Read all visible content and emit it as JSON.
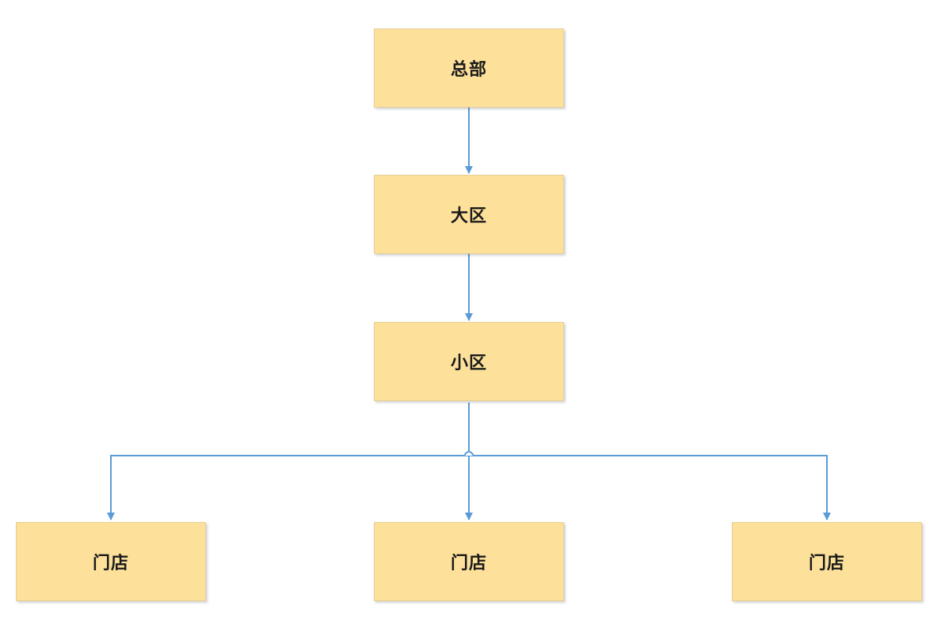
{
  "diagram": {
    "nodes": {
      "hq": "总部",
      "region": "大区",
      "subregion": "小区",
      "stores": [
        "门店",
        "门店",
        "门店"
      ]
    },
    "edges": [
      {
        "from": "总部",
        "to": "大区"
      },
      {
        "from": "大区",
        "to": "小区"
      },
      {
        "from": "小区",
        "to": "门店 (1)"
      },
      {
        "from": "小区",
        "to": "门店 (2)"
      },
      {
        "from": "小区",
        "to": "门店 (3)"
      }
    ],
    "colors": {
      "node_fill": "#fde19b",
      "node_border": "#e6cf96",
      "connector": "#5b9bd5"
    }
  }
}
